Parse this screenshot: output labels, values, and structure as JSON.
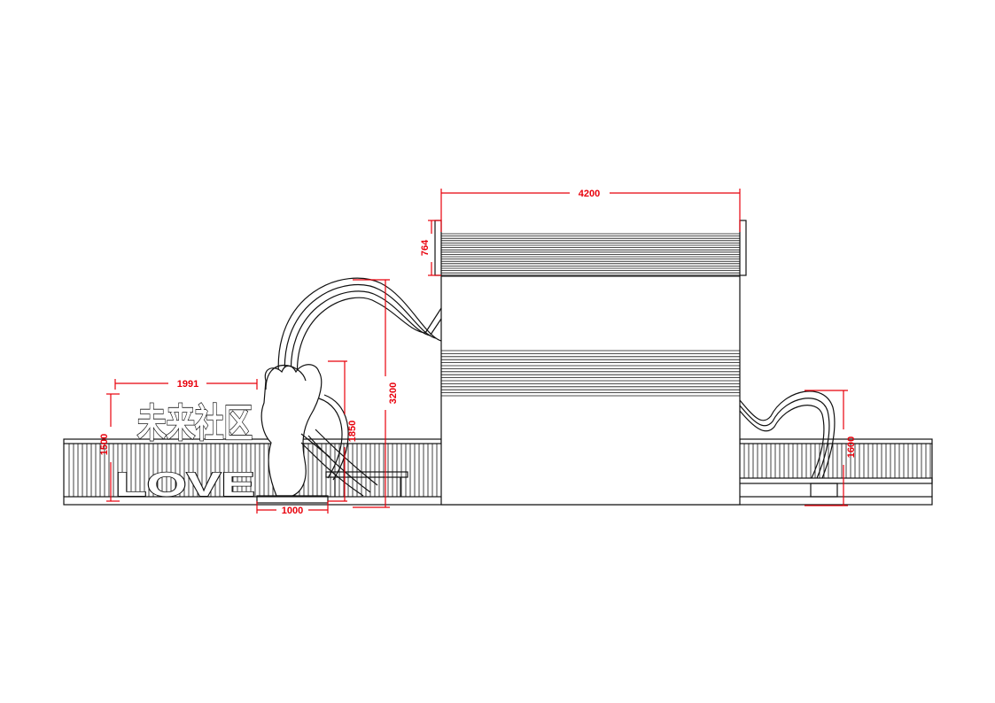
{
  "signage": {
    "title_chars": "未来社区",
    "love_word": "LOVE"
  },
  "dimensions": {
    "roof_width": "4200",
    "roof_height": "764",
    "arch_height": "3200",
    "figure_height": "1850",
    "figure_base": "1000",
    "sign_width": "1991",
    "sign_height": "1500",
    "heart_height": "1600"
  },
  "colors": {
    "dimension": "#e8000b",
    "linework": "#111111",
    "background": "#ffffff"
  }
}
